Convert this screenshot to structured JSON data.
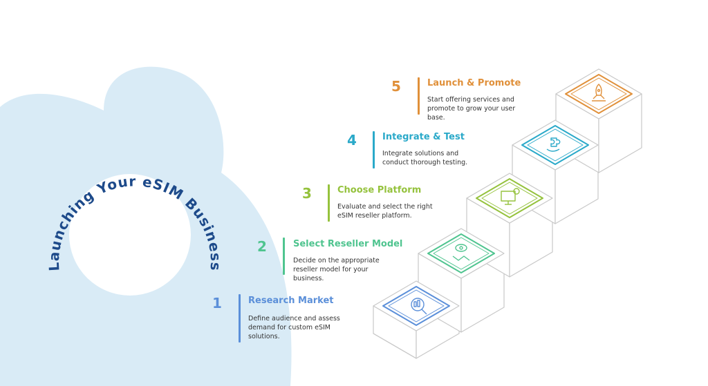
{
  "title": "Launching Your eSIM Business",
  "colors": {
    "blob": "#d9ebf6",
    "title": "#1d4a8a",
    "outline": "#c8c8c8"
  },
  "steps": [
    {
      "number": "1",
      "title": "Research Market",
      "description": "Define audience and assess demand for custom eSIM solutions.",
      "color": "#5b8fd9",
      "icon": "magnifier-chart-icon"
    },
    {
      "number": "2",
      "title": "Select Reseller Model",
      "description": "Decide on the appropriate reseller model for your business.",
      "color": "#4fc48f",
      "icon": "eye-handshake-icon"
    },
    {
      "number": "3",
      "title": "Choose Platform",
      "description": "Evaluate and select the right eSIM reseller platform.",
      "color": "#95c23d",
      "icon": "monitor-gear-icon"
    },
    {
      "number": "4",
      "title": "Integrate & Test",
      "description": "Integrate solutions and conduct thorough testing.",
      "color": "#2aa9c9",
      "icon": "puzzle-hand-icon"
    },
    {
      "number": "5",
      "title": "Launch & Promote",
      "description": "Start offering services and promote to grow your user base.",
      "color": "#e0903a",
      "icon": "rocket-icon"
    }
  ]
}
